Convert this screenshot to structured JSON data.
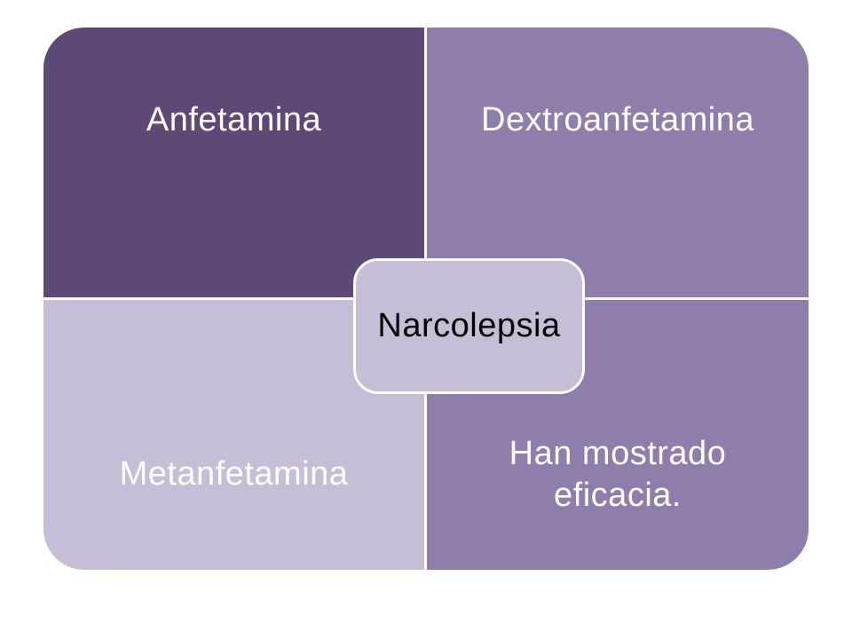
{
  "diagram": {
    "center": {
      "label": "Narcolepsia",
      "fill": "#c6bdd6",
      "text_color": "#000000"
    },
    "quadrants": {
      "top_left": {
        "label": "Anfetamina",
        "fill": "#5d4876",
        "text_color": "#ffffff"
      },
      "top_right": {
        "label": "Dextroanfetamina",
        "fill": "#8f7dab",
        "text_color": "#ffffff"
      },
      "bottom_left": {
        "label": "Metanfetamina",
        "fill": "#c6bdd6",
        "text_color": "#ffffff"
      },
      "bottom_right": {
        "label": "Han mostrado eficacia.",
        "fill": "#8f7dab",
        "text_color": "#ffffff"
      }
    }
  }
}
